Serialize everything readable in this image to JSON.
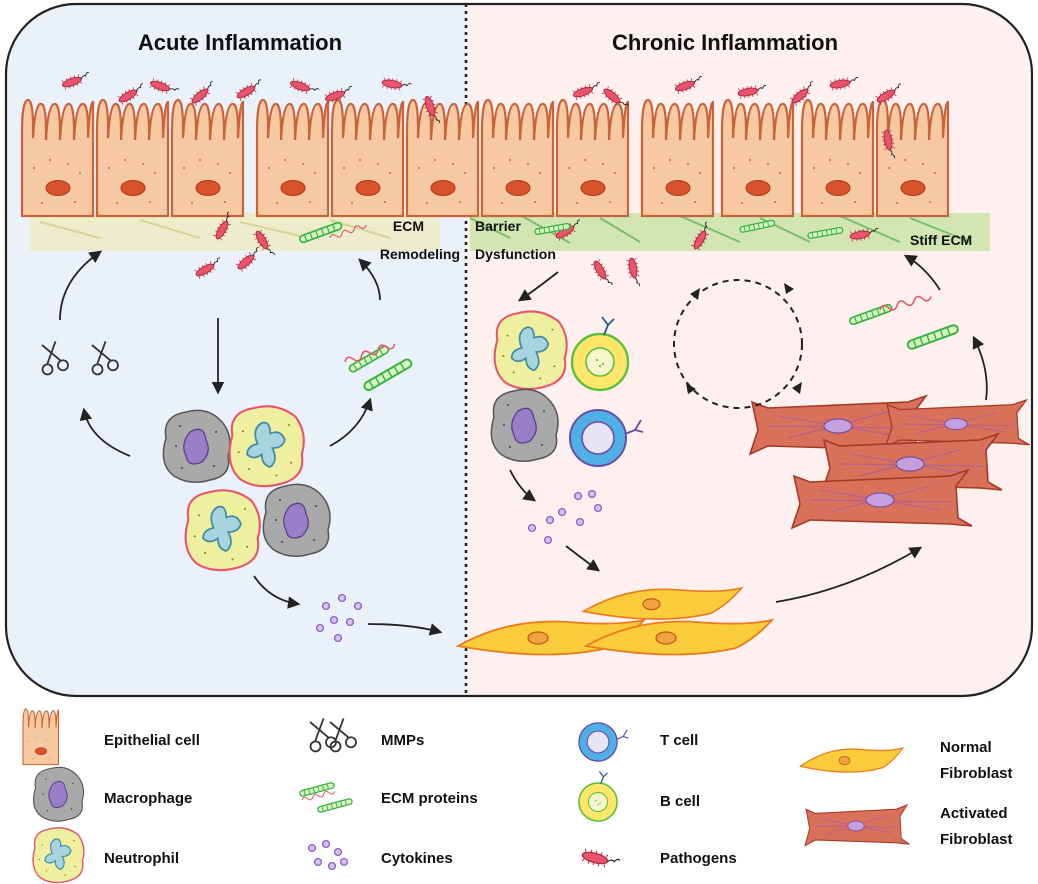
{
  "panels": {
    "acute_title": "Acute Inflammation",
    "chronic_title": "Chronic Inflammation"
  },
  "annotations": {
    "ecm": "ECM",
    "remodeling": "Remodeling",
    "barrier": "Barrier",
    "dysfunction": "Dysfunction",
    "stiff_ecm": "Stiff ECM"
  },
  "legend": {
    "epithelial_cell": "Epithelial cell",
    "macrophage": "Macrophage",
    "neutrophil": "Neutrophil",
    "mmps": "MMPs",
    "ecm_proteins": "ECM proteins",
    "cytokines": "Cytokines",
    "t_cell": "T cell",
    "b_cell": "B cell",
    "pathogens": "Pathogens",
    "normal_fibroblast_1": "Normal",
    "normal_fibroblast_2": "Fibroblast",
    "activated_fibroblast_1": "Activated",
    "activated_fibroblast_2": "Fibroblast"
  },
  "colors": {
    "acute_bg": "#eaf1fb",
    "chronic_bg": "#fdf0ef",
    "epithelium": "#f6c9a2",
    "epithelium_outline": "#c8633a",
    "nucleus": "#d8532a",
    "ecm_green": "#6fcf4f",
    "ecm_yellow": "#e9e29a",
    "pathogen": "#e8556a",
    "macrophage": "#9a9a9a",
    "neutrophil_fill": "#eef0a0",
    "neutrophil_outline": "#e8556a",
    "neutrophil_nucleus": "#6aa7b8",
    "cytokine": "#a070d0",
    "t_cell": "#4aa0e0",
    "b_cell": "#9fd84a",
    "normal_fibroblast": "#f7c63b",
    "activated_fibroblast": "#d96a50"
  },
  "icons": [
    "scissors-icon",
    "cell-icon",
    "pathogen-icon",
    "fibroblast-icon",
    "arrow-icon"
  ]
}
